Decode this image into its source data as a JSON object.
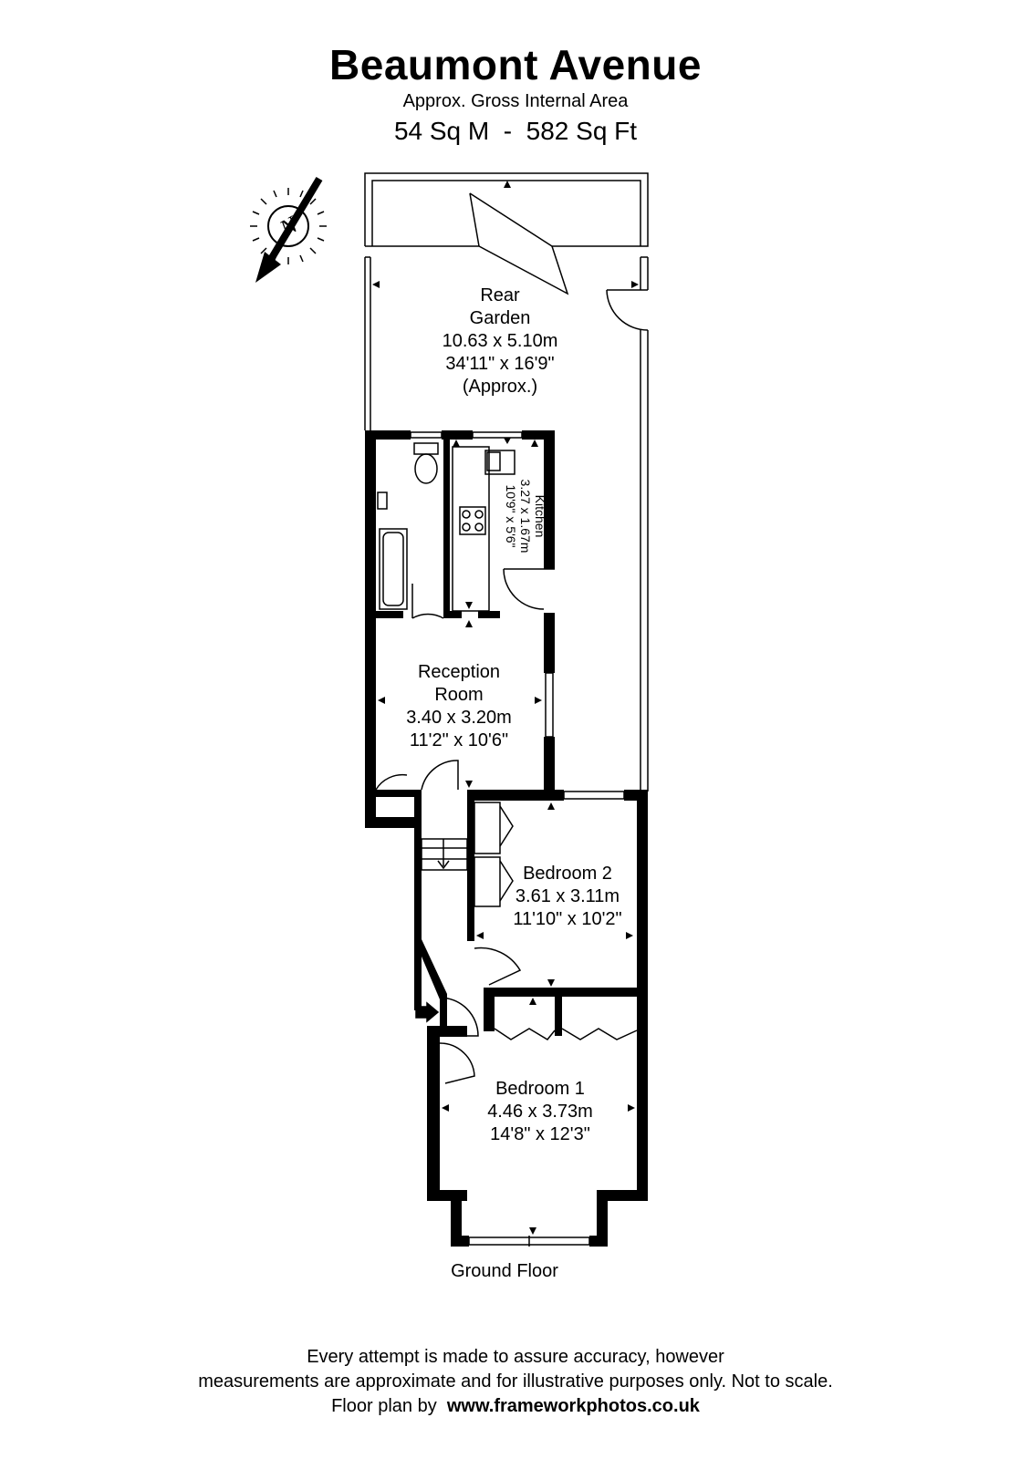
{
  "header": {
    "title": "Beaumont Avenue",
    "subtitle": "Approx. Gross Internal Area",
    "area": "54 Sq M  -  582 Sq Ft"
  },
  "compass": {
    "label": "N",
    "icon": "north-compass-icon"
  },
  "rooms": {
    "rear_garden": {
      "name_line1": "Rear",
      "name_line2": "Garden",
      "metric": "10.63 x 5.10m",
      "imperial": "34'11\" x 16'9\"",
      "note": "(Approx.)"
    },
    "kitchen": {
      "name": "Kitchen",
      "metric": "3.27 x 1.67m",
      "imperial": "10'9\" x 5'6\""
    },
    "reception_room": {
      "name_line1": "Reception",
      "name_line2": "Room",
      "metric": "3.40 x 3.20m",
      "imperial": "11'2\" x 10'6\""
    },
    "bedroom_2": {
      "name": "Bedroom 2",
      "metric": "3.61 x 3.11m",
      "imperial": "11'10\" x 10'2\""
    },
    "bedroom_1": {
      "name": "Bedroom 1",
      "metric": "4.46 x 3.73m",
      "imperial": "14'8\" x 12'3\""
    }
  },
  "floor_label": "Ground Floor",
  "footer": {
    "line1": "Every attempt is made to assure accuracy, however",
    "line2": "measurements are approximate and for illustrative purposes only. Not to scale.",
    "credit_prefix": "Floor plan by",
    "credit_url": "www.frameworkphotos.co.uk"
  },
  "colors": {
    "wall": "#000000",
    "background": "#ffffff"
  }
}
